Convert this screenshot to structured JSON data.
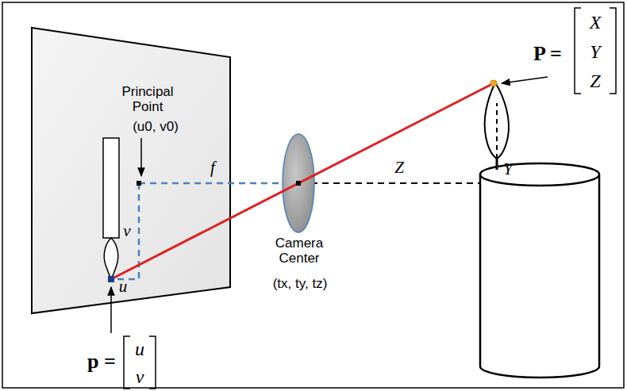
{
  "diagram": {
    "labels": [
      "Principal Point",
      "(u0, v0)",
      "f",
      "v",
      "u",
      "Z",
      "Y",
      "Camera Center",
      "(tx, ty, tz)",
      "P =",
      "X",
      "Y",
      "Z",
      "p =",
      "u",
      "v"
    ]
  }
}
